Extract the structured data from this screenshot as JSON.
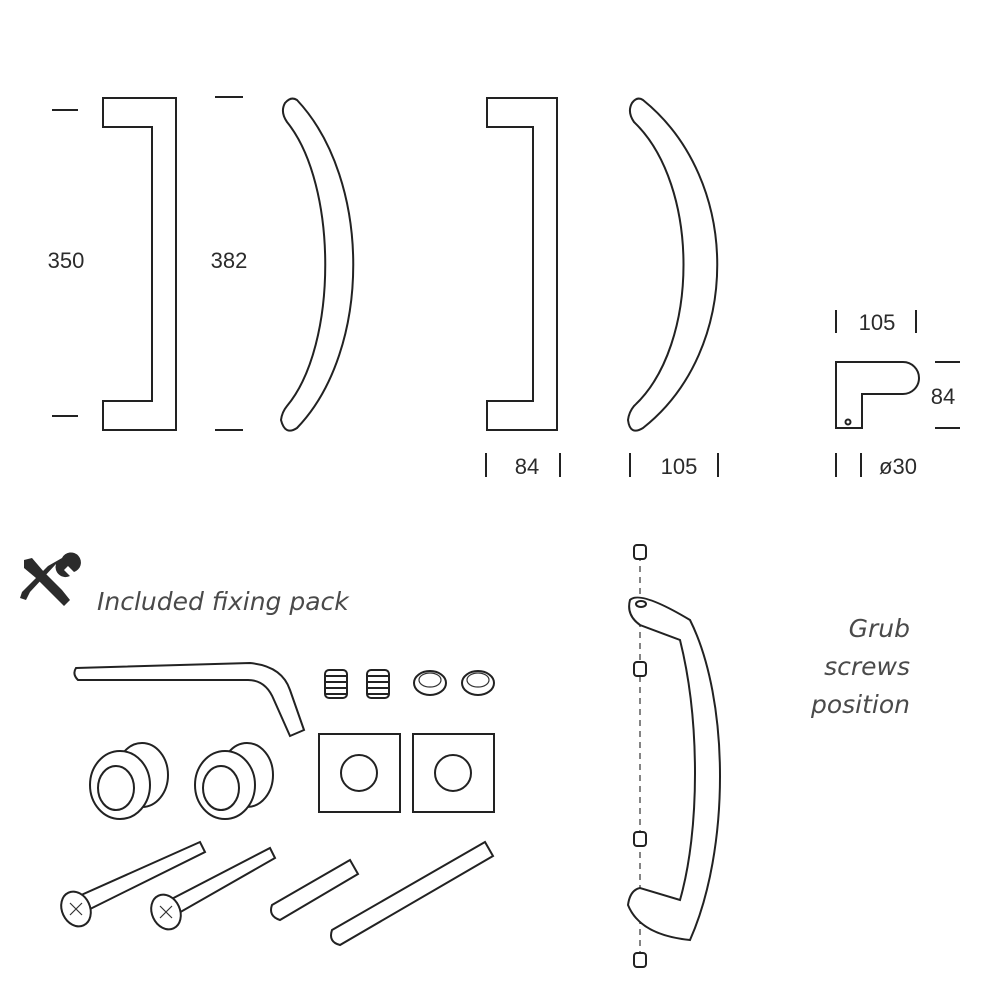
{
  "dimensions": {
    "straight_height": "350",
    "curved_height": "382",
    "straight_projection": "84",
    "curved_projection": "105",
    "profile_width": "105",
    "profile_height": "84",
    "bar_diameter": "ø30"
  },
  "fixing_pack": {
    "icon": "tools-icon",
    "label": "Included fixing pack"
  },
  "grub_screws": {
    "line1": "Grub",
    "line2": "screws",
    "line3": "position"
  },
  "colors": {
    "line": "#222222",
    "text": "#2b2b2b",
    "italic_text": "#4a4a4a"
  }
}
